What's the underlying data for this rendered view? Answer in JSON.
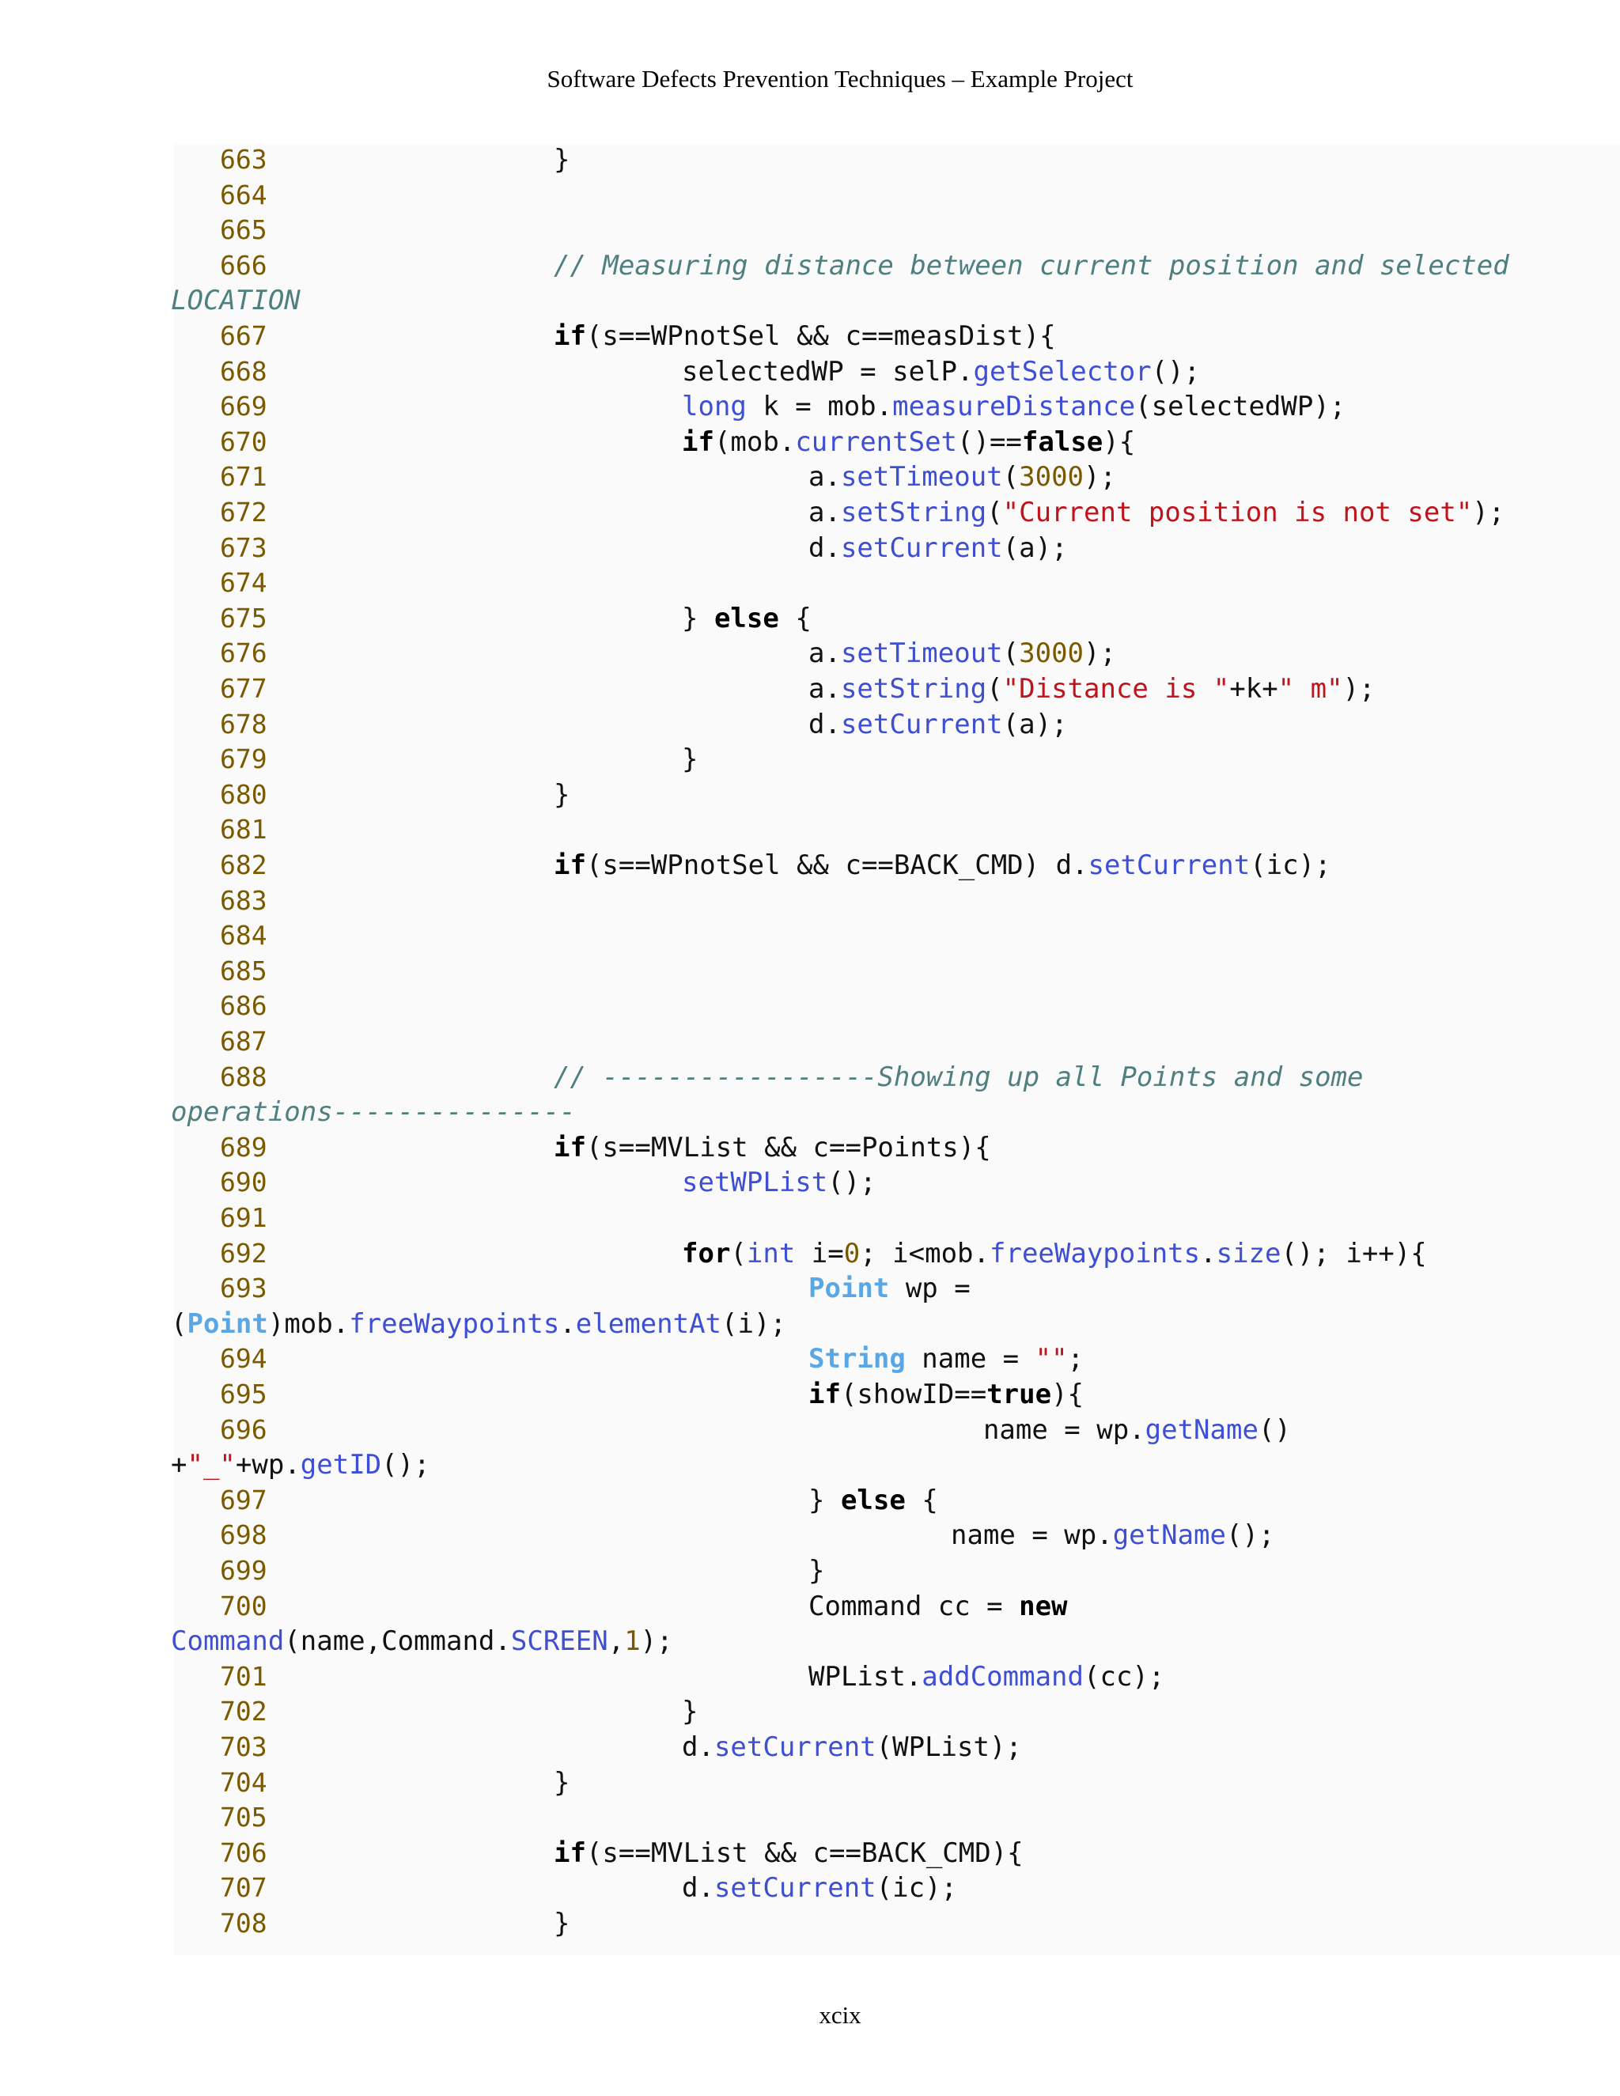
{
  "header": "Software Defects Prevention Techniques – Example Project",
  "footer": "xcix",
  "lines": [
    {
      "num": "663",
      "indent": 3,
      "toks": [
        [
          "p",
          "}"
        ]
      ]
    },
    {
      "num": "664",
      "indent": 0,
      "toks": []
    },
    {
      "num": "665",
      "indent": 0,
      "toks": []
    },
    {
      "num": "666",
      "indent": 3,
      "toks": [
        [
          "cmt",
          "// Measuring distance between current position and selected"
        ]
      ]
    },
    {
      "num": "",
      "indent": 0,
      "wrap": true,
      "toks": [
        [
          "cmt",
          "LOCATION"
        ]
      ]
    },
    {
      "num": "667",
      "indent": 3,
      "toks": [
        [
          "kw",
          "if"
        ],
        [
          "p",
          "(s==WPnotSel && c==measDist){"
        ]
      ]
    },
    {
      "num": "668",
      "indent": 4,
      "toks": [
        [
          "p",
          "selectedWP = selP."
        ],
        [
          "fn",
          "getSelector"
        ],
        [
          "p",
          "();"
        ]
      ]
    },
    {
      "num": "669",
      "indent": 4,
      "toks": [
        [
          "type",
          "long"
        ],
        [
          "p",
          " k = mob."
        ],
        [
          "fn",
          "measureDistance"
        ],
        [
          "p",
          "(selectedWP);"
        ]
      ]
    },
    {
      "num": "670",
      "indent": 4,
      "toks": [
        [
          "kw",
          "if"
        ],
        [
          "p",
          "(mob."
        ],
        [
          "fn",
          "currentSet"
        ],
        [
          "p",
          "()=="
        ],
        [
          "kw",
          "false"
        ],
        [
          "p",
          "){"
        ]
      ]
    },
    {
      "num": "671",
      "indent": 5,
      "toks": [
        [
          "p",
          "a."
        ],
        [
          "fn",
          "setTimeout"
        ],
        [
          "p",
          "("
        ],
        [
          "num",
          "3000"
        ],
        [
          "p",
          ");"
        ]
      ]
    },
    {
      "num": "672",
      "indent": 5,
      "toks": [
        [
          "p",
          "a."
        ],
        [
          "fn",
          "setString"
        ],
        [
          "p",
          "("
        ],
        [
          "str",
          "\"Current position is not set\""
        ],
        [
          "p",
          ");"
        ]
      ]
    },
    {
      "num": "673",
      "indent": 5,
      "toks": [
        [
          "p",
          "d."
        ],
        [
          "fn",
          "setCurrent"
        ],
        [
          "p",
          "(a);"
        ]
      ]
    },
    {
      "num": "674",
      "indent": 0,
      "toks": []
    },
    {
      "num": "675",
      "indent": 4,
      "toks": [
        [
          "p",
          "} "
        ],
        [
          "kw",
          "else"
        ],
        [
          "p",
          " {"
        ]
      ]
    },
    {
      "num": "676",
      "indent": 5,
      "toks": [
        [
          "p",
          "a."
        ],
        [
          "fn",
          "setTimeout"
        ],
        [
          "p",
          "("
        ],
        [
          "num",
          "3000"
        ],
        [
          "p",
          ");"
        ]
      ]
    },
    {
      "num": "677",
      "indent": 5,
      "toks": [
        [
          "p",
          "a."
        ],
        [
          "fn",
          "setString"
        ],
        [
          "p",
          "("
        ],
        [
          "str",
          "\"Distance is \""
        ],
        [
          "p",
          "+k+"
        ],
        [
          "str",
          "\" m\""
        ],
        [
          "p",
          ");"
        ]
      ]
    },
    {
      "num": "678",
      "indent": 5,
      "toks": [
        [
          "p",
          "d."
        ],
        [
          "fn",
          "setCurrent"
        ],
        [
          "p",
          "(a);"
        ]
      ]
    },
    {
      "num": "679",
      "indent": 4,
      "toks": [
        [
          "p",
          "}"
        ]
      ]
    },
    {
      "num": "680",
      "indent": 3,
      "toks": [
        [
          "p",
          "}"
        ]
      ]
    },
    {
      "num": "681",
      "indent": 0,
      "toks": []
    },
    {
      "num": "682",
      "indent": 3,
      "toks": [
        [
          "kw",
          "if"
        ],
        [
          "p",
          "(s==WPnotSel && c==BACK_CMD) d."
        ],
        [
          "fn",
          "setCurrent"
        ],
        [
          "p",
          "(ic);"
        ]
      ]
    },
    {
      "num": "683",
      "indent": 0,
      "toks": []
    },
    {
      "num": "684",
      "indent": 0,
      "toks": []
    },
    {
      "num": "685",
      "indent": 0,
      "toks": []
    },
    {
      "num": "686",
      "indent": 0,
      "toks": []
    },
    {
      "num": "687",
      "indent": 0,
      "toks": []
    },
    {
      "num": "688",
      "indent": 3,
      "toks": [
        [
          "cmt",
          "// -----------------Showing up all Points and some"
        ]
      ]
    },
    {
      "num": "",
      "indent": 0,
      "wrap": true,
      "toks": [
        [
          "cmt",
          "operations---------------"
        ]
      ]
    },
    {
      "num": "689",
      "indent": 3,
      "toks": [
        [
          "kw",
          "if"
        ],
        [
          "p",
          "(s==MVList && c==Points){"
        ]
      ]
    },
    {
      "num": "690",
      "indent": 4,
      "toks": [
        [
          "fn",
          "setWPList"
        ],
        [
          "p",
          "();"
        ]
      ]
    },
    {
      "num": "691",
      "indent": 0,
      "toks": []
    },
    {
      "num": "692",
      "indent": 4,
      "toks": [
        [
          "kw",
          "for"
        ],
        [
          "p",
          "("
        ],
        [
          "type",
          "int"
        ],
        [
          "p",
          " i="
        ],
        [
          "num",
          "0"
        ],
        [
          "p",
          "; i<mob."
        ],
        [
          "fn",
          "freeWaypoints"
        ],
        [
          "p",
          "."
        ],
        [
          "fn",
          "size"
        ],
        [
          "p",
          "(); i++){"
        ]
      ]
    },
    {
      "num": "693",
      "indent": 5,
      "toks": [
        [
          "cls",
          "Point"
        ],
        [
          "p",
          " wp ="
        ]
      ]
    },
    {
      "num": "",
      "indent": 0,
      "wrap": true,
      "toks": [
        [
          "p",
          "("
        ],
        [
          "cls",
          "Point"
        ],
        [
          "p",
          ")mob."
        ],
        [
          "fn",
          "freeWaypoints"
        ],
        [
          "p",
          "."
        ],
        [
          "fn",
          "elementAt"
        ],
        [
          "p",
          "(i);"
        ]
      ]
    },
    {
      "num": "694",
      "indent": 5,
      "toks": [
        [
          "cls",
          "String"
        ],
        [
          "p",
          " name = "
        ],
        [
          "str",
          "\"\""
        ],
        [
          "p",
          ";"
        ]
      ]
    },
    {
      "num": "695",
      "indent": 5,
      "toks": [
        [
          "kw",
          "if"
        ],
        [
          "p",
          "(showID=="
        ],
        [
          "kw",
          "true"
        ],
        [
          "p",
          "){"
        ]
      ]
    },
    {
      "num": "696",
      "indent": 6,
      "toks": [
        [
          "p",
          "  name = wp."
        ],
        [
          "fn",
          "getName"
        ],
        [
          "p",
          "()"
        ]
      ]
    },
    {
      "num": "",
      "indent": 0,
      "wrap": true,
      "toks": [
        [
          "p",
          "+"
        ],
        [
          "str",
          "\"_\""
        ],
        [
          "p",
          "+wp."
        ],
        [
          "fn",
          "getID"
        ],
        [
          "p",
          "();"
        ]
      ]
    },
    {
      "num": "697",
      "indent": 5,
      "toks": [
        [
          "p",
          "} "
        ],
        [
          "kw",
          "else"
        ],
        [
          "p",
          " {"
        ]
      ]
    },
    {
      "num": "698",
      "indent": 6,
      "toks": [
        [
          "p",
          "name = wp."
        ],
        [
          "fn",
          "getName"
        ],
        [
          "p",
          "();"
        ]
      ]
    },
    {
      "num": "699",
      "indent": 5,
      "toks": [
        [
          "p",
          "}"
        ]
      ]
    },
    {
      "num": "700",
      "indent": 5,
      "toks": [
        [
          "p",
          "Command cc = "
        ],
        [
          "kw",
          "new"
        ]
      ]
    },
    {
      "num": "",
      "indent": 0,
      "wrap": true,
      "toks": [
        [
          "type",
          "Command"
        ],
        [
          "p",
          "(name,Command."
        ],
        [
          "fn",
          "SCREEN"
        ],
        [
          "p",
          ","
        ],
        [
          "num",
          "1"
        ],
        [
          "p",
          ");"
        ]
      ]
    },
    {
      "num": "701",
      "indent": 5,
      "toks": [
        [
          "p",
          "WPList."
        ],
        [
          "fn",
          "addCommand"
        ],
        [
          "p",
          "(cc);"
        ]
      ]
    },
    {
      "num": "702",
      "indent": 4,
      "toks": [
        [
          "p",
          "}"
        ]
      ]
    },
    {
      "num": "703",
      "indent": 4,
      "toks": [
        [
          "p",
          "d."
        ],
        [
          "fn",
          "setCurrent"
        ],
        [
          "p",
          "(WPList);"
        ]
      ]
    },
    {
      "num": "704",
      "indent": 3,
      "toks": [
        [
          "p",
          "}"
        ]
      ]
    },
    {
      "num": "705",
      "indent": 0,
      "toks": []
    },
    {
      "num": "706",
      "indent": 3,
      "toks": [
        [
          "kw",
          "if"
        ],
        [
          "p",
          "(s==MVList && c==BACK_CMD){"
        ]
      ]
    },
    {
      "num": "707",
      "indent": 4,
      "toks": [
        [
          "p",
          "d."
        ],
        [
          "fn",
          "setCurrent"
        ],
        [
          "p",
          "(ic);"
        ]
      ]
    },
    {
      "num": "708",
      "indent": 3,
      "toks": [
        [
          "p",
          "}"
        ]
      ]
    }
  ]
}
